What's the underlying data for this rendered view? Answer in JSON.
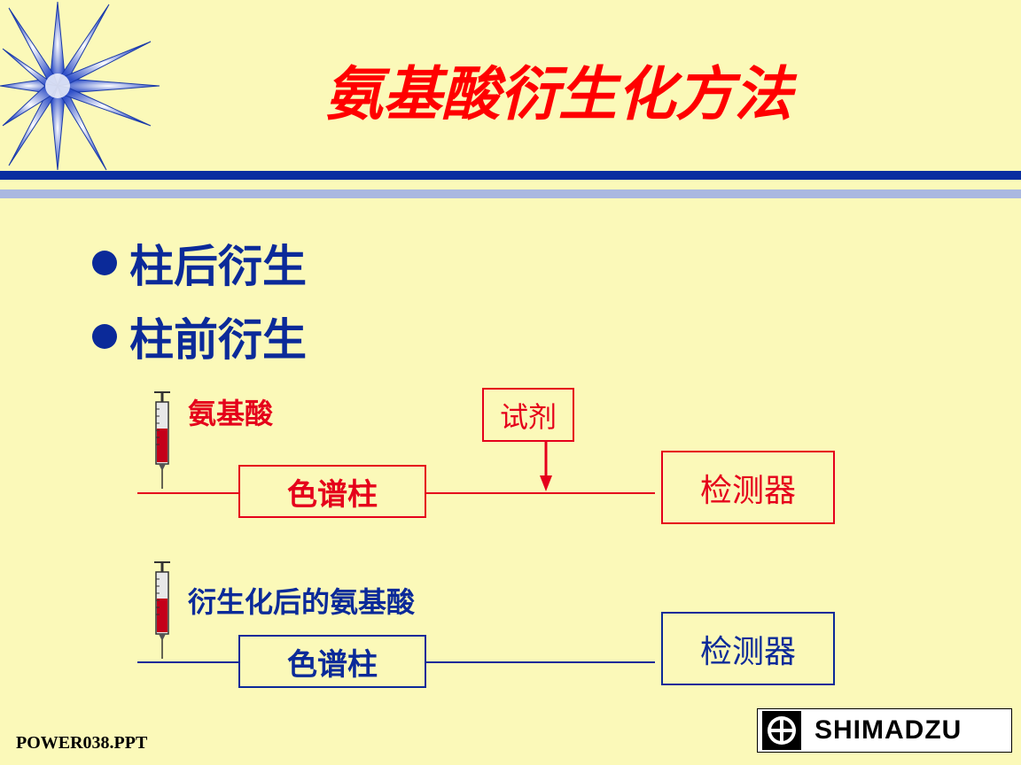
{
  "slide": {
    "title": "氨基酸衍生化方法",
    "bullets": [
      "柱后衍生",
      "柱前衍生"
    ],
    "footer": "POWER038.PPT",
    "logo_text": "SHIMADZU"
  },
  "diagram_post": {
    "sample_label": "氨基酸",
    "column_label": "色谱柱",
    "reagent_label": "试剂",
    "detector_label": "检测器"
  },
  "diagram_pre": {
    "sample_label": "衍生化后的氨基酸",
    "column_label": "色谱柱",
    "detector_label": "检测器"
  },
  "colors": {
    "background": "#fbf9b9",
    "title_red": "#ff0000",
    "diagram_red": "#e5001b",
    "navy": "#0b2a99",
    "bar_dark": "#0a2ea0",
    "bar_light": "#aab8e0"
  },
  "icons": [
    "star-icon",
    "syringe-icon",
    "shimadzu-logo-icon"
  ]
}
